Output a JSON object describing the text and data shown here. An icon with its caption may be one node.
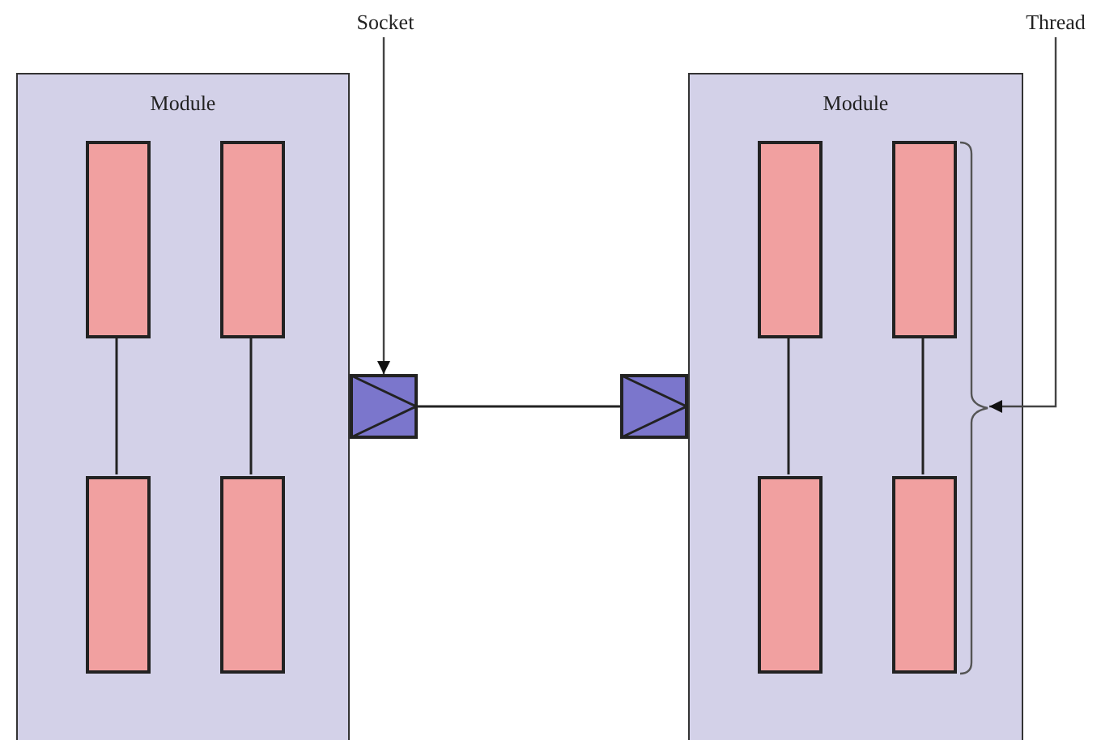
{
  "diagram": {
    "nodes": [
      {
        "text": [
          "Socket"
        ]
      },
      {
        "text": [
          "Thread"
        ]
      },
      {
        "text": [
          "Module"
        ]
      },
      {
        "text": [],
        "shape": "box",
        "in": 2
      },
      {
        "text": [],
        "shape": "box",
        "in": 2
      },
      {
        "text": [],
        "shape": "box",
        "in": 2
      },
      {
        "text": [],
        "shape": "box",
        "in": 2
      },
      {
        "text": [
          "Module"
        ]
      },
      {
        "text": [],
        "shape": "box",
        "in": 7
      },
      {
        "text": [],
        "shape": "box",
        "in": 7
      },
      {
        "text": [],
        "shape": "box",
        "in": 7
      },
      {
        "text": [],
        "shape": "box",
        "in": 7
      },
      {
        "text": [],
        "shape": "bracket",
        "in": 7
      },
      {
        "text": [],
        "shape": "box"
      },
      {
        "text": [],
        "shape": "box"
      }
    ],
    "edges": [
      {
        "from": 3,
        "to": 5,
        "arrow": "none"
      },
      {
        "from": 4,
        "to": 6,
        "arrow": "none"
      },
      {
        "from": 8,
        "to": 10,
        "arrow": "none"
      },
      {
        "from": 9,
        "to": 11,
        "arrow": "none"
      },
      {
        "from": 13,
        "to": 14,
        "arrow": "none"
      },
      {
        "from": 0,
        "to": 13,
        "arrow": "to"
      },
      {
        "from": 1,
        "to": 12,
        "arrow": "to"
      }
    ]
  }
}
